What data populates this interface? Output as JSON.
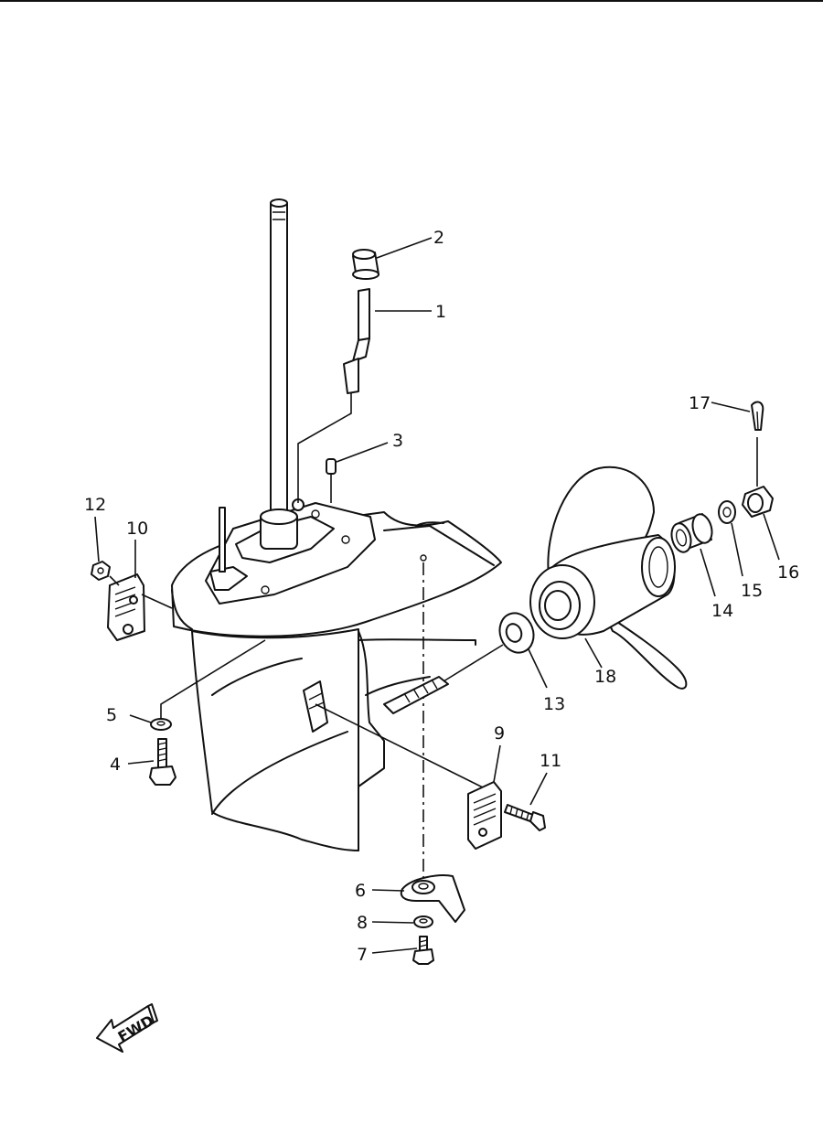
{
  "diagram": {
    "callouts": [
      {
        "id": "1",
        "label": "1"
      },
      {
        "id": "2",
        "label": "2"
      },
      {
        "id": "3",
        "label": "3"
      },
      {
        "id": "4",
        "label": "4"
      },
      {
        "id": "5",
        "label": "5"
      },
      {
        "id": "6",
        "label": "6"
      },
      {
        "id": "7",
        "label": "7"
      },
      {
        "id": "8",
        "label": "8"
      },
      {
        "id": "9",
        "label": "9"
      },
      {
        "id": "10",
        "label": "10"
      },
      {
        "id": "11",
        "label": "11"
      },
      {
        "id": "12",
        "label": "12"
      },
      {
        "id": "13",
        "label": "13"
      },
      {
        "id": "14",
        "label": "14"
      },
      {
        "id": "15",
        "label": "15"
      },
      {
        "id": "16",
        "label": "16"
      },
      {
        "id": "17",
        "label": "17"
      },
      {
        "id": "18",
        "label": "18"
      }
    ],
    "direction_arrow": {
      "label": "FWD"
    }
  }
}
